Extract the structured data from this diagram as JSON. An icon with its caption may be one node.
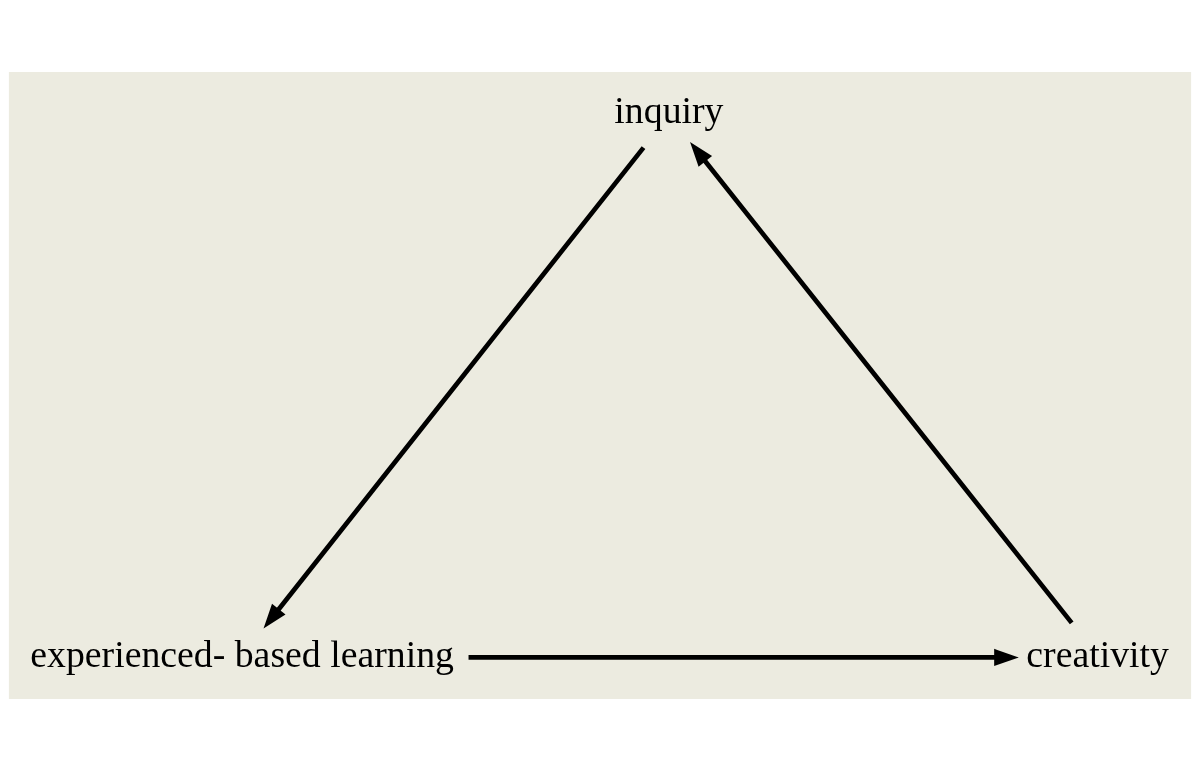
{
  "diagram": {
    "nodes": [
      {
        "text": [
          "inquiry"
        ]
      },
      {
        "text": [
          "experienced- based learning"
        ]
      },
      {
        "text": [
          "creativity"
        ]
      }
    ],
    "edges": [
      {
        "from": 0,
        "to": 1,
        "arrow": "to"
      },
      {
        "from": 1,
        "to": 2,
        "arrow": "to"
      },
      {
        "from": 2,
        "to": 0,
        "arrow": "to"
      }
    ]
  }
}
